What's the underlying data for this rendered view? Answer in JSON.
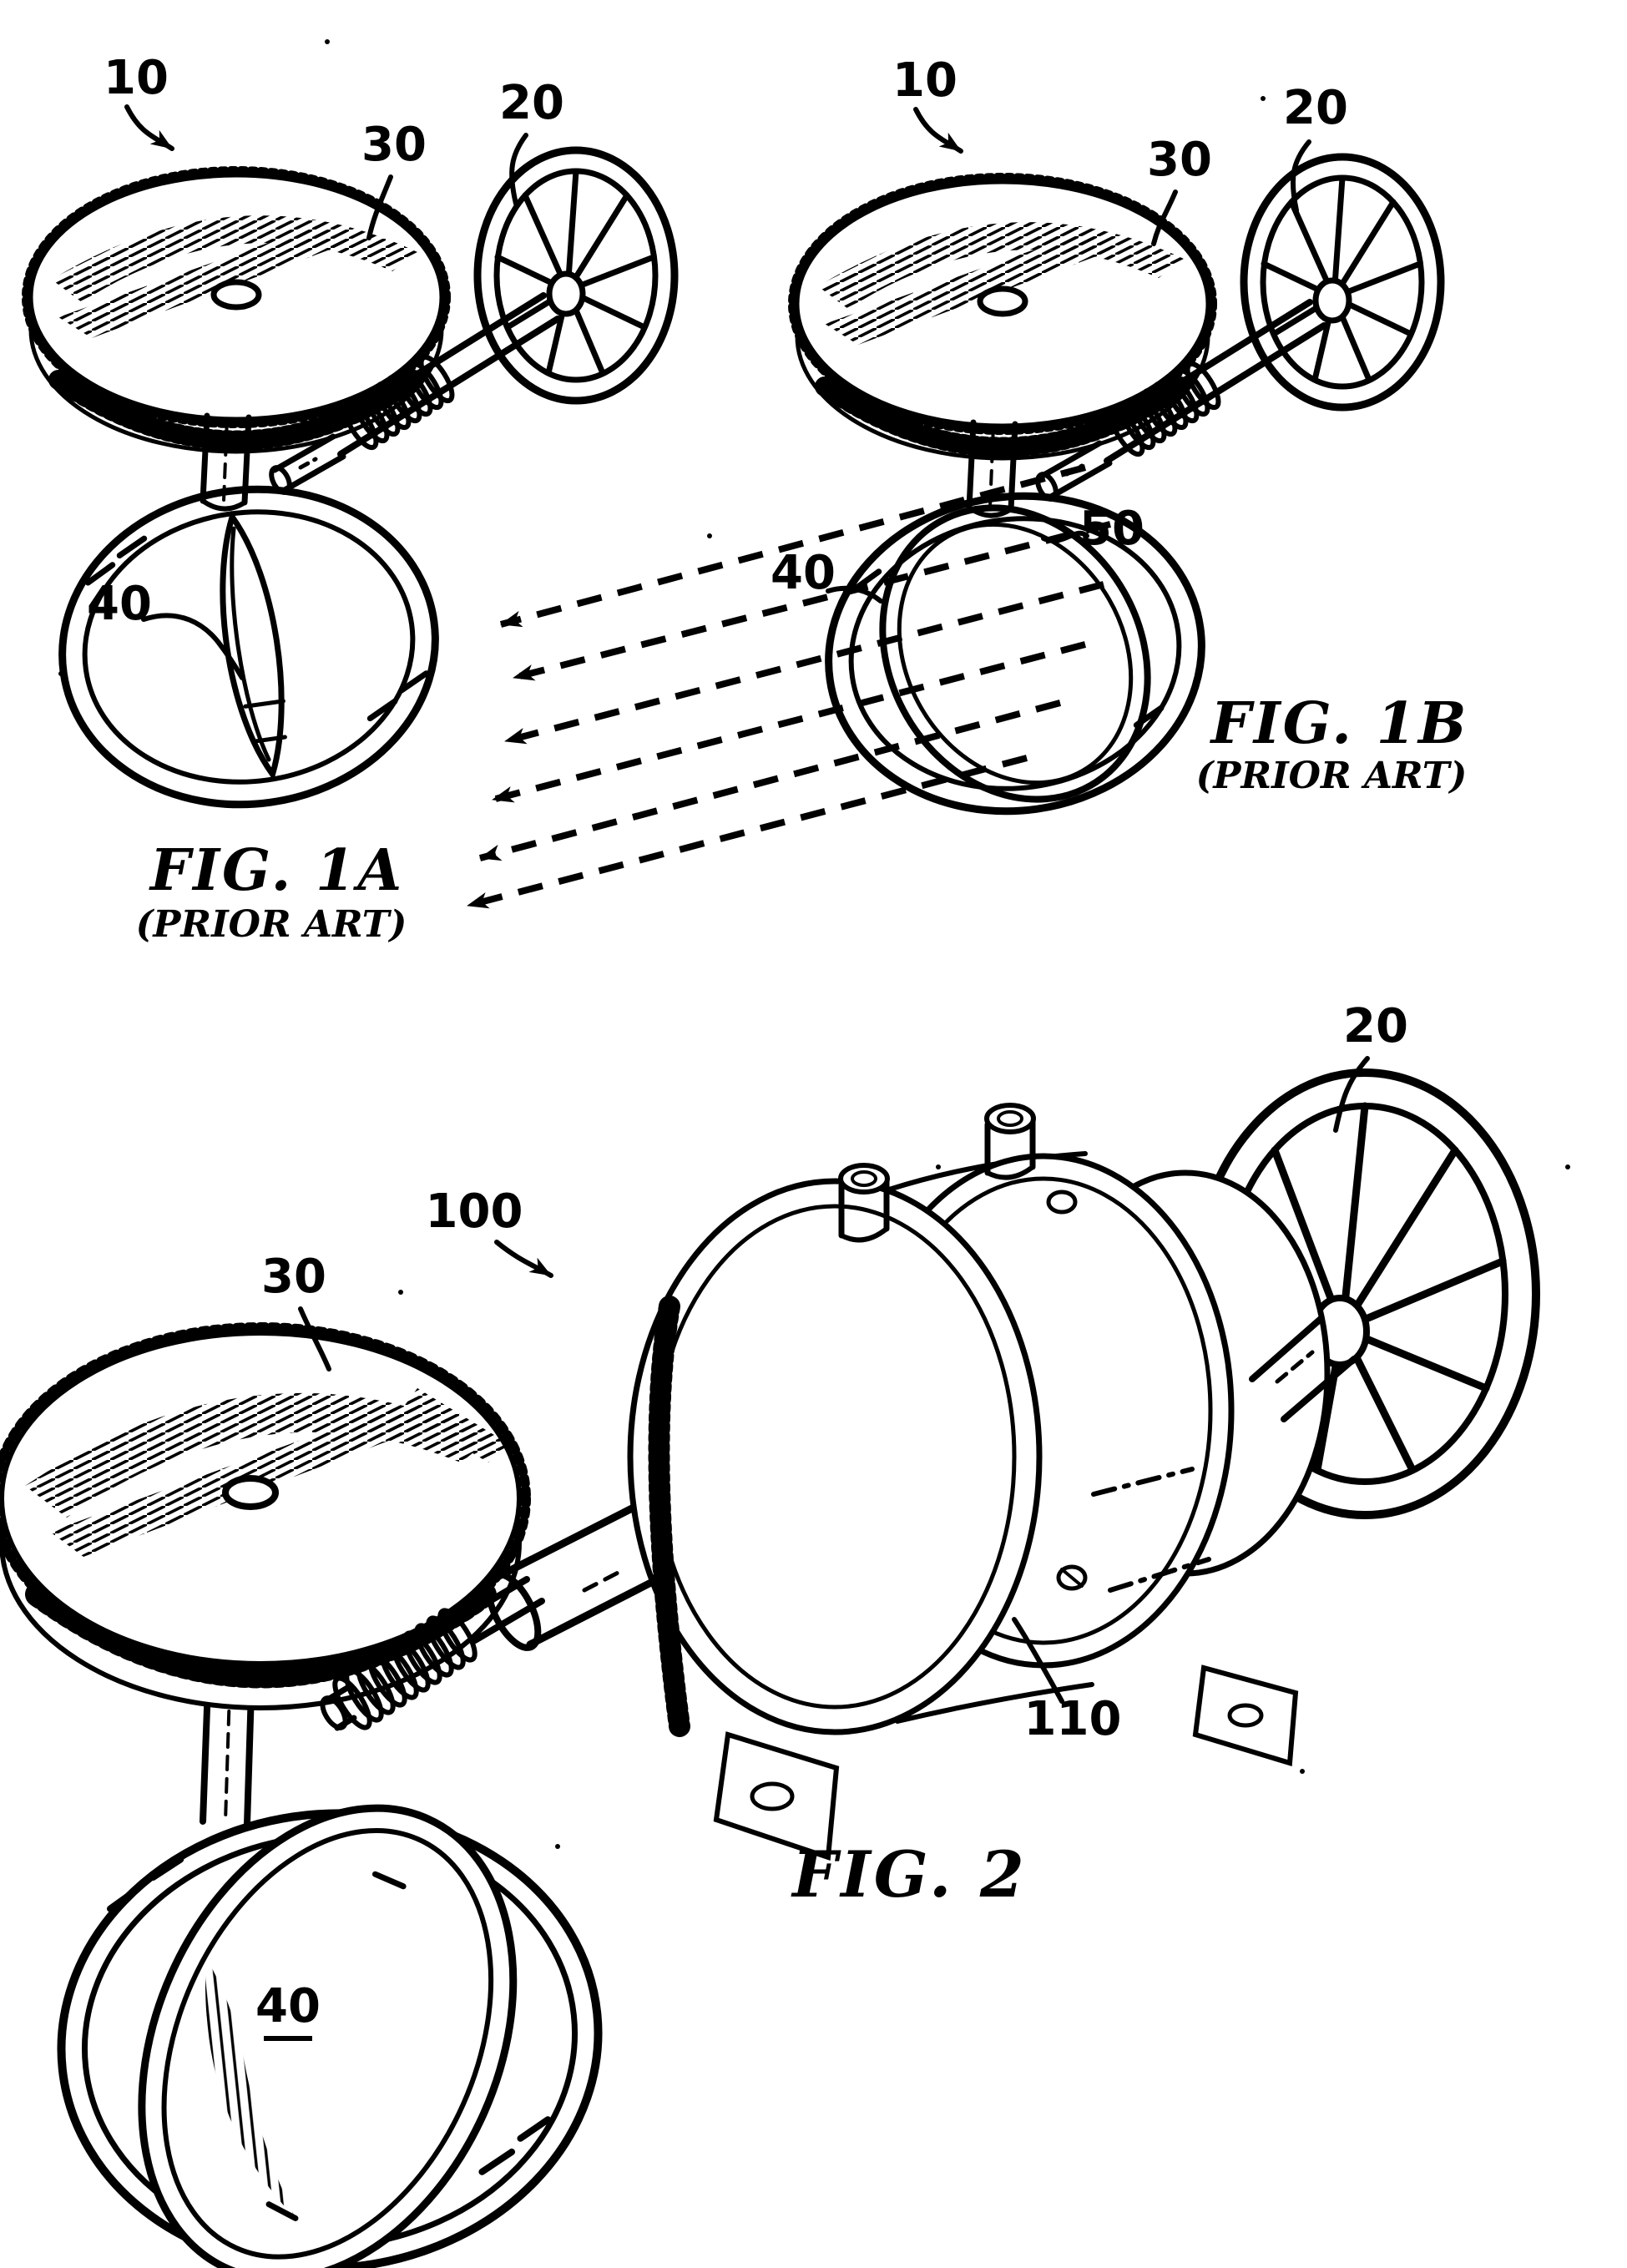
{
  "page": {
    "background": "#ffffff",
    "ink": "#000000"
  },
  "figures": {
    "fig1a": {
      "caption": "FIG. 1A",
      "subcaption": "(PRIOR ART)",
      "labels": {
        "assembly": "10",
        "gear": "30",
        "fan": "20",
        "wheel": "40"
      }
    },
    "fig1b": {
      "caption": "FIG. 1B",
      "subcaption": "(PRIOR ART)",
      "labels": {
        "assembly": "10",
        "gear": "30",
        "fan": "20",
        "wheel": "40",
        "airflow": "50"
      }
    },
    "fig2": {
      "caption": "FIG. 2",
      "labels": {
        "assembly": "100",
        "gear": "30",
        "fan": "20",
        "wheel": "40",
        "motor": "110"
      }
    }
  }
}
